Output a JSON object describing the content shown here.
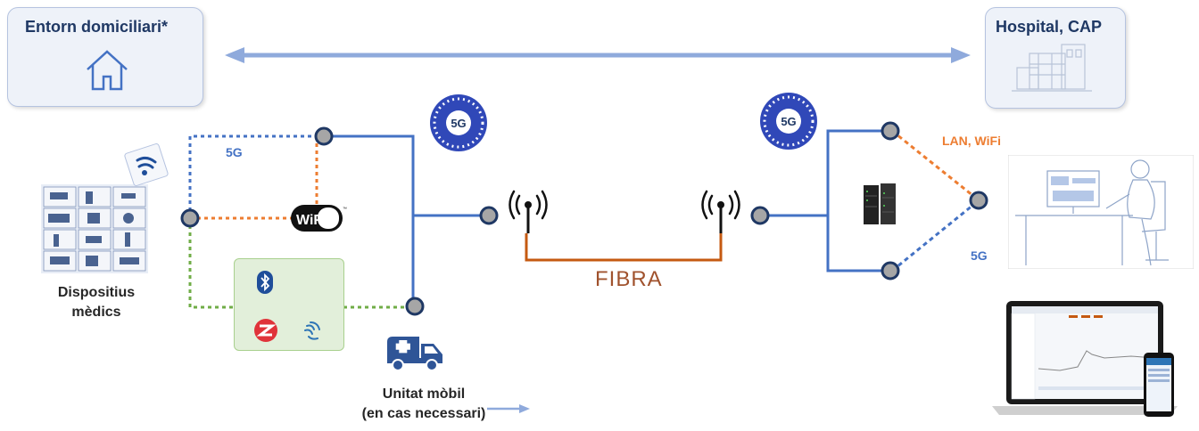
{
  "home": {
    "title": "Entorn domiciliari*"
  },
  "hospital": {
    "title": "Hospital, CAP"
  },
  "devices": {
    "label_line1": "Dispositius",
    "label_line2": "mèdics"
  },
  "mobile_unit": {
    "label_line1": "Unitat mòbil",
    "label_line2": "(en cas necessari)"
  },
  "links": {
    "left_5g": "5G",
    "wifi_logo": "WiFi",
    "fibra": "FIBRA",
    "right_lan": "LAN, WiFi",
    "right_5g": "5G",
    "badge_5g": "5G"
  },
  "colors": {
    "blue_line": "#4472c4",
    "orange_line": "#ed7d31",
    "green_line": "#70ad47",
    "fiber": "#c55a11",
    "node_fill": "#a6a6a6",
    "node_stroke": "#1f3864",
    "badge": "#3048b8"
  },
  "icons": [
    "house-icon",
    "hospital-icon",
    "wifi-signal-icon",
    "antenna-icon",
    "bluetooth-icon",
    "zigbee-icon",
    "nfc-icon",
    "ambulance-icon",
    "server-rack-icon",
    "doctor-desk-icon",
    "laptop-dashboard-icon"
  ]
}
